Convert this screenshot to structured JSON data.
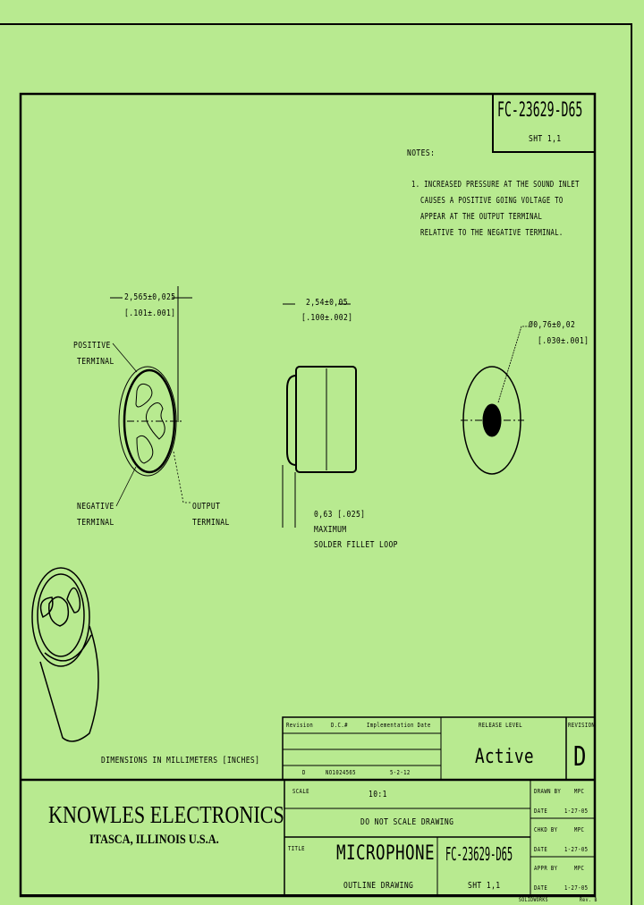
{
  "drawing_number": "FC-23629-D65",
  "sheet": "SHT 1,1",
  "notes": {
    "heading": "NOTES:",
    "lines": [
      "1. INCREASED PRESSURE AT THE SOUND INLET",
      "CAUSES A POSITIVE GOING VOLTAGE TO",
      "APPEAR AT THE OUTPUT TERMINAL",
      "RELATIVE TO THE NEGATIVE TERMINAL."
    ]
  },
  "dimensions": {
    "width_mm": "2,565±0,025",
    "width_in": "[.101±.001]",
    "depth_mm": "2,54±0,05",
    "depth_in": "[.100±.002]",
    "hole_mm": "Ø0,76±0,02",
    "hole_in": "[.030±.001]",
    "solder_mm": "0,63 [.025]",
    "solder_l2": "MAXIMUM",
    "solder_l3": "SOLDER FILLET LOOP"
  },
  "labels": {
    "positive_1": "POSITIVE",
    "positive_2": "TERMINAL",
    "negative_1": "NEGATIVE",
    "negative_2": "TERMINAL",
    "output_1": "OUTPUT",
    "output_2": "TERMINAL",
    "units_note": "DIMENSIONS IN MILLIMETERS [INCHES]"
  },
  "revision_table": {
    "headers": [
      "Revision",
      "D.C.#",
      "Implementation Date"
    ],
    "rows": [
      [
        "D",
        "NO1024565",
        "5-2-12"
      ]
    ]
  },
  "release": {
    "label": "RELEASE LEVEL",
    "value": "Active"
  },
  "revision": {
    "label": "REVISION",
    "value": "D"
  },
  "company": {
    "name": "KNOWLES ELECTRONICS",
    "location": "ITASCA, ILLINOIS U.S.A."
  },
  "title_block": {
    "scale_label": "SCALE",
    "scale_value": "10:1",
    "do_not_scale": "DO NOT SCALE DRAWING",
    "title_label": "TITLE",
    "title": "MICROPHONE",
    "subtitle": "OUTLINE DRAWING",
    "number": "FC-23629-D65",
    "sheet": "SHT 1,1",
    "approvals": [
      {
        "role": "DRAWN BY",
        "name": "MPC",
        "date_label": "DATE",
        "date": "1-27-05"
      },
      {
        "role": "CHKD BY",
        "name": "MPC",
        "date_label": "DATE",
        "date": "1-27-05"
      },
      {
        "role": "APPR BY",
        "name": "MPC",
        "date_label": "DATE",
        "date": "1-27-05"
      }
    ],
    "footer_left": "SOLIDWORKS",
    "footer_right": "Rev. B"
  }
}
